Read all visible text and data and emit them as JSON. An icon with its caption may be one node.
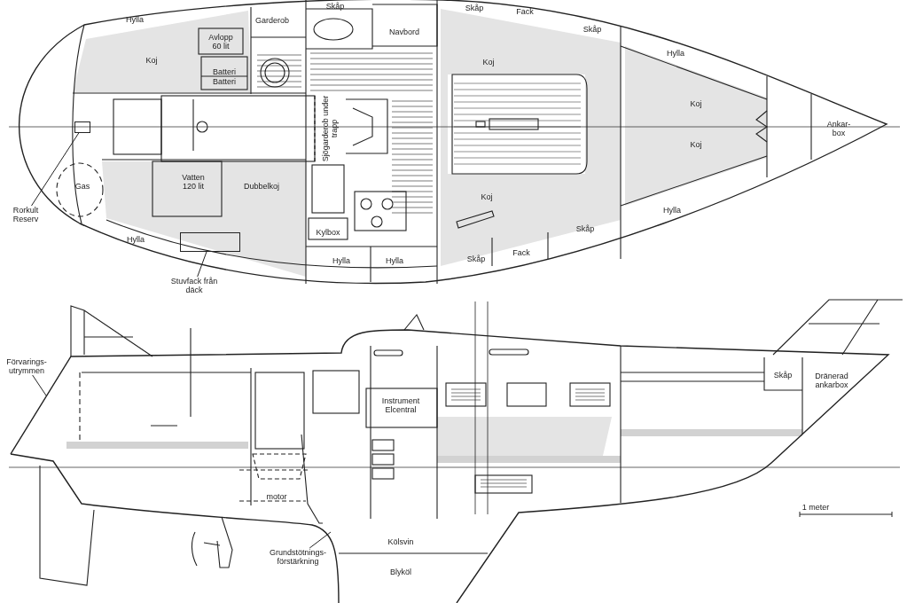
{
  "diagram": {
    "nodes": [
      {
        "text": [
          "Rorkult Reserv"
        ]
      },
      {
        "text": [],
        "shape": "box"
      },
      {
        "text": [
          "Stuvfack från däck"
        ]
      },
      {
        "text": [],
        "shape": "box"
      },
      {
        "text": [
          "Förvarings- utrymmen"
        ]
      },
      {
        "text": [
          "Grundstötnings- förstärkning"
        ]
      }
    ],
    "edges": [
      {
        "from": 0,
        "to": 1,
        "arrow": "none"
      },
      {
        "from": 2,
        "to": 3,
        "arrow": "none"
      },
      {
        "from": 4,
        "to": null,
        "arrow": "none"
      },
      {
        "from": 5,
        "to": null,
        "arrow": "none"
      }
    ],
    "labels": [
      "Skåp",
      "Skåp",
      "Fack",
      "Hylla",
      "Garderob",
      "Navbord",
      "Skåp",
      "Avlopp 60 lit",
      "Hylla",
      "Koj",
      "Koj",
      "Batteri",
      "Batteri",
      "Koj",
      "Ankar- box",
      "Sjögarderob under trapp",
      "Koj",
      "Gas",
      "Vatten 120 lit",
      "Dubbelkoj",
      "Koj",
      "Hylla",
      "Skåp",
      "Kylbox",
      "Hylla",
      "Hylla",
      "Hylla",
      "Skåp",
      "Fack",
      "Skåp",
      "Dränerad ankarbox",
      "Instrument Elcentral",
      "motor",
      "1 meter",
      "Kölsvin",
      "Blyköl"
    ]
  }
}
